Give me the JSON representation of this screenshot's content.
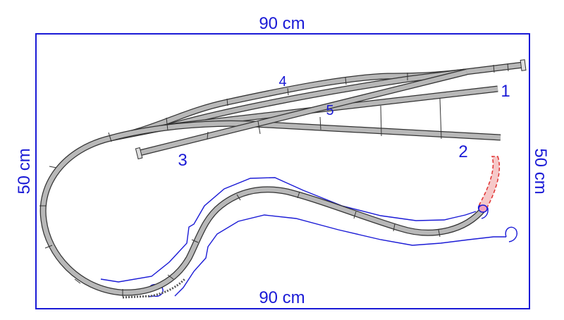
{
  "plan": {
    "dimensions": {
      "top_width": "90 cm",
      "bottom_width": "90 cm",
      "left_height": "50 cm",
      "right_height": "50 cm"
    },
    "track_labels": [
      "1",
      "2",
      "3",
      "4",
      "5"
    ],
    "colors": {
      "board_outline": "#1a1ad6",
      "dimension_text": "#1a1ad6",
      "track_fill": "#b8b8b8",
      "track_edge": "#333333",
      "contour_lines": "#1a1ad6",
      "planned_extension": "#e03030",
      "planned_extension_fill": "#f6c8c8"
    }
  }
}
